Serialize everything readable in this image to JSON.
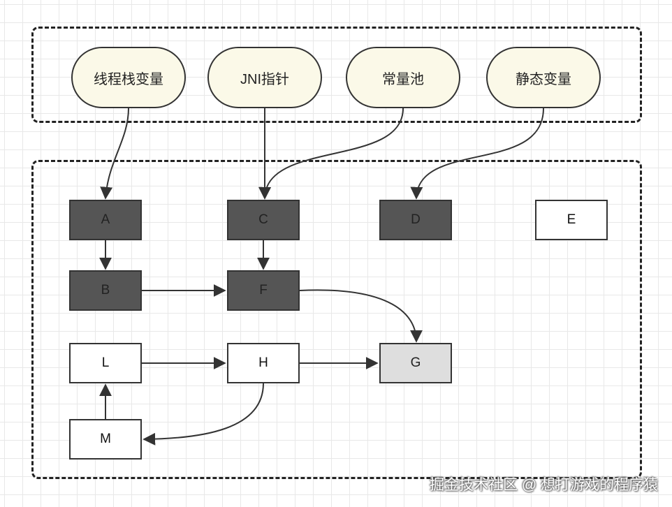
{
  "roots": [
    {
      "id": "thread-stack-vars",
      "label": "线程栈变量"
    },
    {
      "id": "jni-pointer",
      "label": "JNI指针"
    },
    {
      "id": "constant-pool",
      "label": "常量池"
    },
    {
      "id": "static-vars",
      "label": "静态变量"
    }
  ],
  "objects": [
    {
      "id": "A",
      "label": "A",
      "state": "reachable"
    },
    {
      "id": "B",
      "label": "B",
      "state": "reachable"
    },
    {
      "id": "C",
      "label": "C",
      "state": "reachable"
    },
    {
      "id": "D",
      "label": "D",
      "state": "reachable"
    },
    {
      "id": "E",
      "label": "E",
      "state": "unreachable"
    },
    {
      "id": "F",
      "label": "F",
      "state": "reachable"
    },
    {
      "id": "G",
      "label": "G",
      "state": "gray"
    },
    {
      "id": "H",
      "label": "H",
      "state": "unreachable"
    },
    {
      "id": "L",
      "label": "L",
      "state": "unreachable"
    },
    {
      "id": "M",
      "label": "M",
      "state": "unreachable"
    }
  ],
  "edges": [
    {
      "from": "thread-stack-vars",
      "to": "A"
    },
    {
      "from": "jni-pointer",
      "to": "C"
    },
    {
      "from": "constant-pool",
      "to": "C"
    },
    {
      "from": "static-vars",
      "to": "D"
    },
    {
      "from": "A",
      "to": "B"
    },
    {
      "from": "C",
      "to": "F"
    },
    {
      "from": "B",
      "to": "F"
    },
    {
      "from": "F",
      "to": "G"
    },
    {
      "from": "L",
      "to": "H"
    },
    {
      "from": "H",
      "to": "G"
    },
    {
      "from": "H",
      "to": "M"
    },
    {
      "from": "M",
      "to": "L"
    }
  ],
  "colors": {
    "reachable_fill": "#555555",
    "unreachable_fill": "#ffffff",
    "gray_fill": "#dedede",
    "root_fill": "#fbf9e8",
    "stroke": "#333333"
  },
  "watermark": "掘金技术社区 @ 想打游戏的程序猿"
}
